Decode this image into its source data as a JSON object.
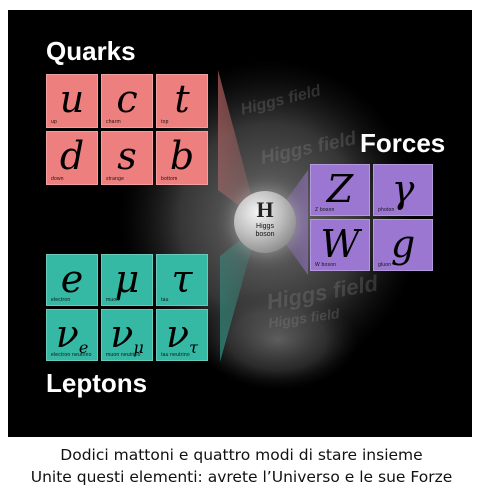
{
  "quarks": {
    "title": "Quarks",
    "cells": [
      {
        "symbol": "u",
        "name": "up"
      },
      {
        "symbol": "c",
        "name": "charm"
      },
      {
        "symbol": "t",
        "name": "top"
      },
      {
        "symbol": "d",
        "name": "down"
      },
      {
        "symbol": "s",
        "name": "strange"
      },
      {
        "symbol": "b",
        "name": "bottom"
      }
    ]
  },
  "leptons": {
    "title": "Leptons",
    "cells": [
      {
        "symbol": "e",
        "sub": "",
        "name": "electron"
      },
      {
        "symbol": "μ",
        "sub": "",
        "name": "muon"
      },
      {
        "symbol": "τ",
        "sub": "",
        "name": "tau"
      },
      {
        "symbol": "ν",
        "sub": "e",
        "name": "electron neutrino"
      },
      {
        "symbol": "ν",
        "sub": "μ",
        "name": "muon neutrino"
      },
      {
        "symbol": "ν",
        "sub": "τ",
        "name": "tau neutrino"
      }
    ]
  },
  "forces": {
    "title": "Forces",
    "cells": [
      {
        "symbol": "Z",
        "name": "Z boson"
      },
      {
        "symbol": "γ",
        "name": "photon"
      },
      {
        "symbol": "W",
        "name": "W boson"
      },
      {
        "symbol": "g",
        "name": "gluon"
      }
    ]
  },
  "higgs": {
    "symbol": "H",
    "name": "Higgs\nboson"
  },
  "field_text": "Higgs field",
  "caption": {
    "line1": "Dodici mattoni e quattro modi di stare insieme",
    "line2": "Unite questi elementi: avrete l’Universo e le sue Forze"
  },
  "colors": {
    "quark": "#ee7f7f",
    "lepton": "#35b8a4",
    "force": "#9b77d1",
    "background": "#000000"
  }
}
